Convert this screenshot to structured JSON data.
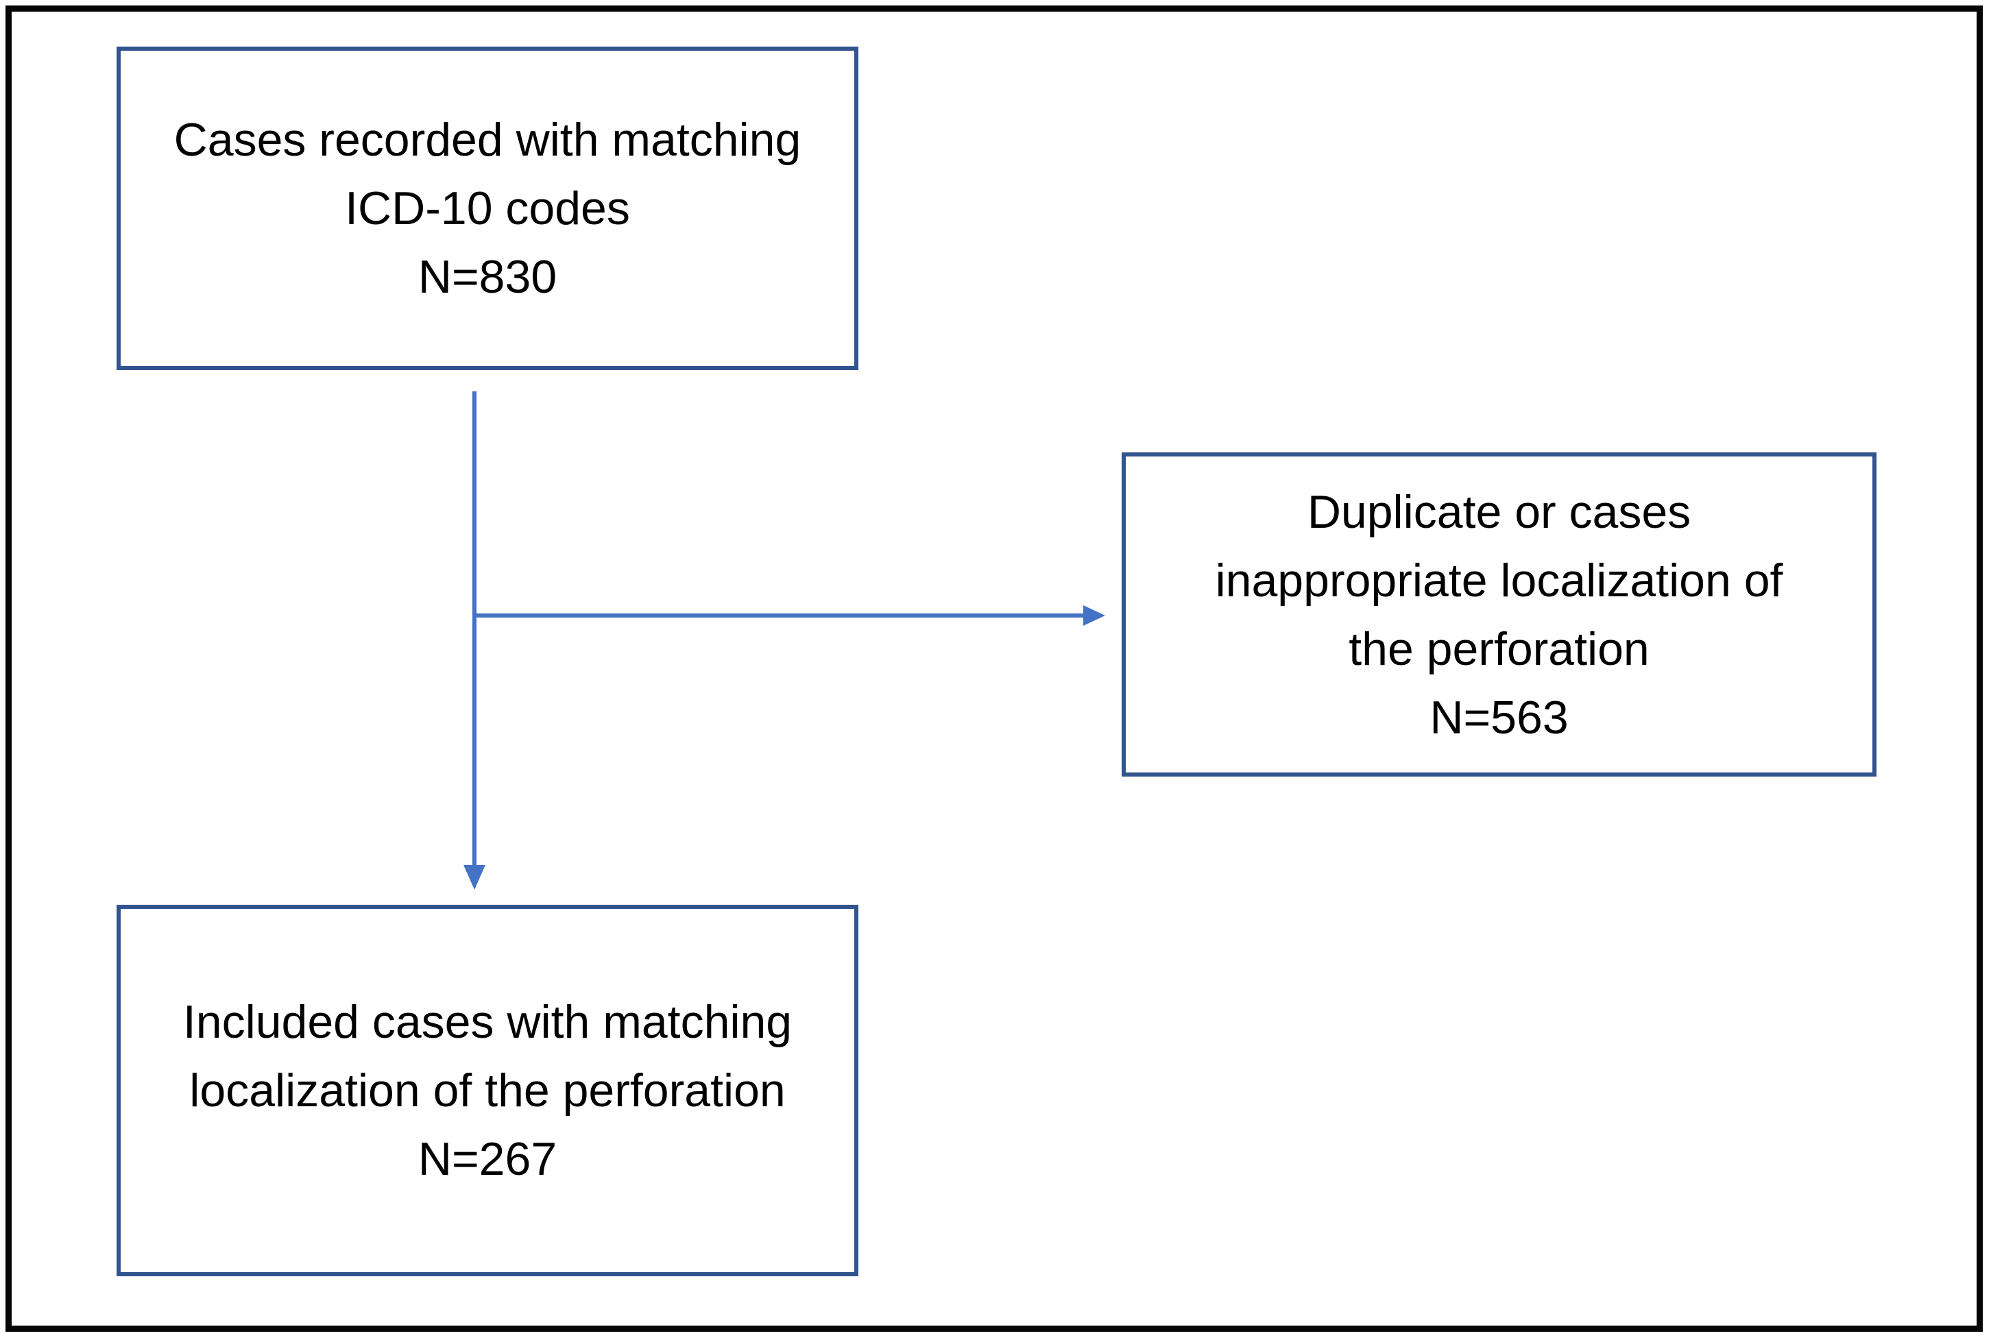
{
  "figure": {
    "type": "flowchart",
    "colors": {
      "box_border": "#31548F",
      "arrow": "#4472C4",
      "frame_border": "#060606",
      "text": "#000000",
      "background": "#FFFFFF"
    },
    "boxes": [
      {
        "id": "cases-recorded",
        "lines": [
          "Cases recorded with matching",
          "ICD-10 codes",
          "N=830"
        ],
        "n": "830"
      },
      {
        "id": "excluded-duplicates",
        "lines": [
          "Duplicate or cases",
          "inappropriate localization of",
          "the perforation",
          "N=563"
        ],
        "n": "563"
      },
      {
        "id": "included-cases",
        "lines": [
          "Included cases with matching",
          "localization of the perforation",
          "N=267"
        ],
        "n": "267"
      }
    ],
    "edges": [
      {
        "from": "cases-recorded",
        "to": "included-cases",
        "direction": "down"
      },
      {
        "from": "cases-recorded",
        "to": "excluded-duplicates",
        "direction": "right"
      }
    ]
  }
}
